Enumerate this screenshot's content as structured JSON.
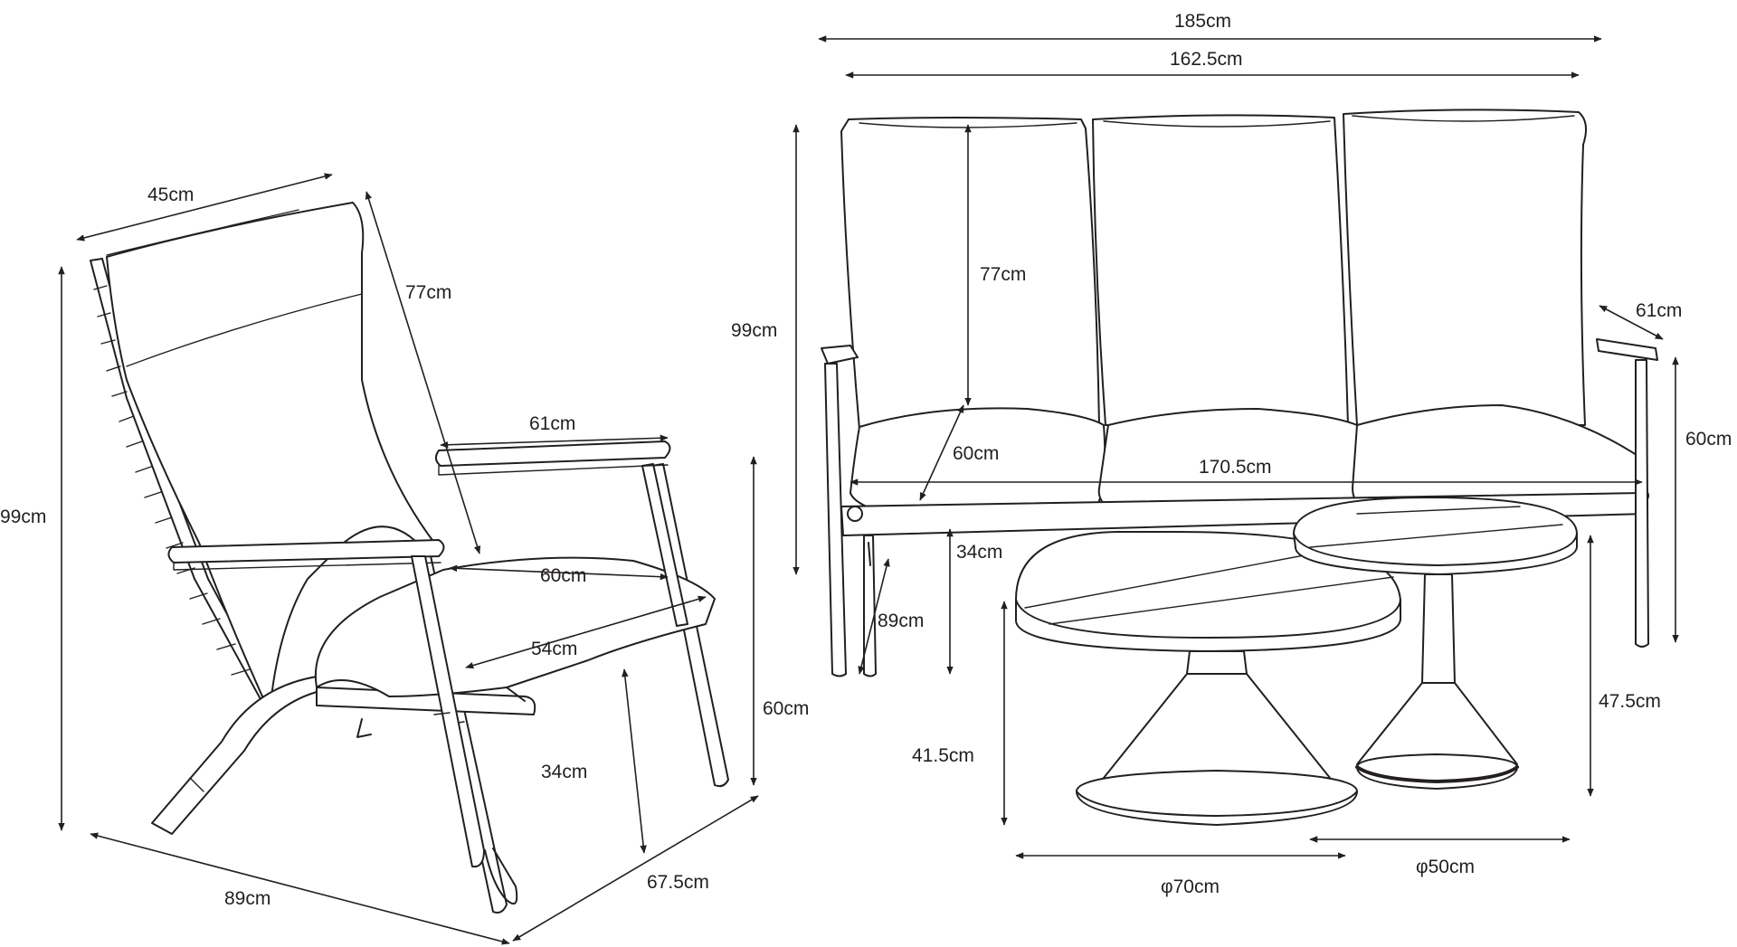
{
  "chair": {
    "headrest_width": "45cm",
    "backrest_height": "77cm",
    "total_height": "99cm",
    "arm_length": "61cm",
    "seat_depth": "60cm",
    "seat_width": "54cm",
    "seat_height": "34cm",
    "arm_height": "60cm",
    "total_depth": "89cm",
    "total_width": "67.5cm"
  },
  "sofa": {
    "total_width": "185cm",
    "inner_width": "162.5cm",
    "backrest_height": "77cm",
    "total_height": "99cm",
    "arm_length": "61cm",
    "arm_height": "60cm",
    "seat_depth": "60cm",
    "seat_width": "170.5cm",
    "seat_height": "34cm",
    "total_depth": "89cm"
  },
  "tables": {
    "large_height": "41.5cm",
    "small_height": "47.5cm",
    "large_diameter": "φ70cm",
    "small_diameter": "φ50cm"
  }
}
